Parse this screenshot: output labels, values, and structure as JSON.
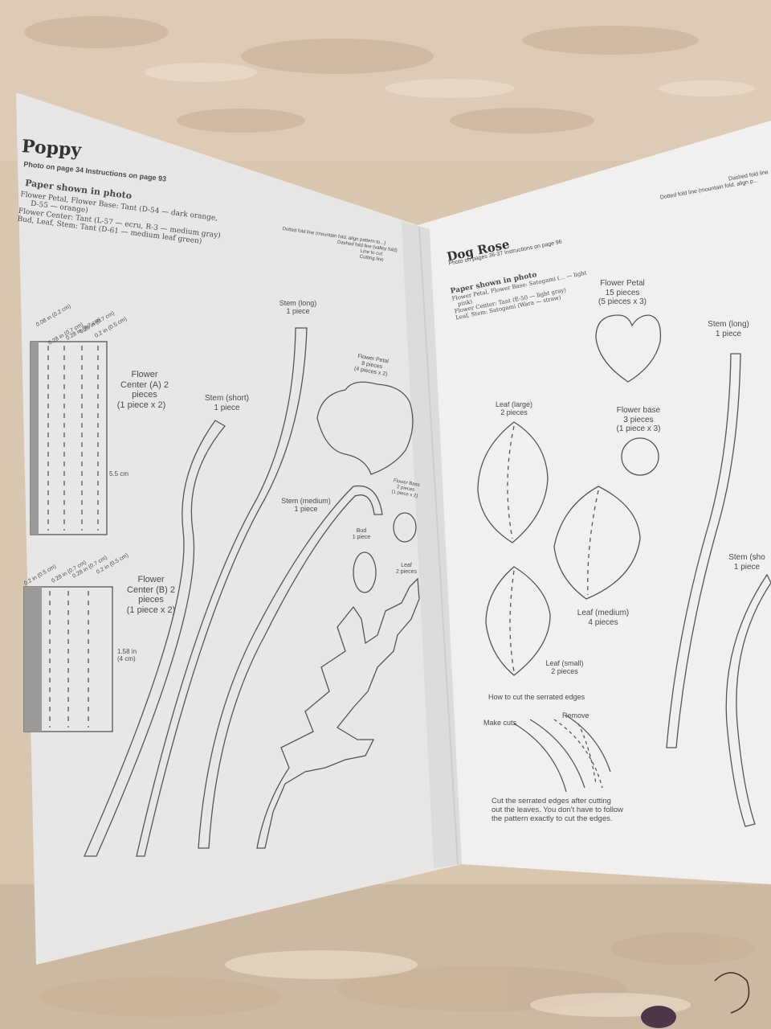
{
  "left_page": {
    "title": "Poppy",
    "subtitle": "Photo on page 34   Instructions on page 93",
    "paper_heading": "Paper shown in photo",
    "paper_lines": [
      "Flower Petal, Flower Base: Tant (D-54 — dark orange,",
      "D-55 — orange)",
      "Flower Center: Tant (L-57 — ecru, R-3 — medium gray)",
      "Bud, Leaf, Stem: Tant (D-61 — medium leaf green)"
    ],
    "legend": [
      "Dotted fold line (mountain fold, align pattern to...)",
      "Dashed fold line (valley fold)",
      "Line to cut",
      "Cutting line"
    ],
    "flower_center_a": {
      "label_lines": [
        "Flower",
        "Center (A) 2",
        "pieces",
        "(1 piece x 2)"
      ],
      "dims": [
        "0.08 in (0.2 cm)",
        "0.28 in (0.7 cm)",
        "0.28 in (0.7 cm)",
        "0.28 in (0.7 cm)",
        "0.2 in (0.5 cm)"
      ],
      "height": "5.5 cm"
    },
    "flower_center_b": {
      "label_lines": [
        "Flower",
        "Center (B) 2",
        "pieces",
        "(1 piece x 2)"
      ],
      "dims": [
        "0.2 in (0.5 cm)",
        "0.28 in (0.7 cm)",
        "0.28 in (0.7 cm)",
        "0.2 in (0.5 cm)"
      ],
      "height_lines": [
        "1.58 in",
        "(4 cm)"
      ]
    },
    "stem_long": [
      "Stem (long)",
      "1 piece"
    ],
    "stem_short": [
      "Stem (short)",
      "1 piece"
    ],
    "stem_medium": [
      "Stem (medium)",
      "1 piece"
    ],
    "flower_petal": [
      "Flower Petal",
      "8 pieces",
      "(4 pieces x 2)"
    ],
    "flower_base": [
      "Flower Base",
      "2 pieces",
      "(1 piece x 2)"
    ],
    "bud": [
      "Bud",
      "1 piece"
    ],
    "leaf": [
      "Leaf",
      "2 pieces"
    ]
  },
  "right_page": {
    "title": "Dog Rose",
    "subtitle": "Photo on pages 36-37   Instructions on page 96",
    "paper_heading": "Paper shown in photo",
    "paper_lines": [
      "Flower Petal, Flower Base: Satogami (... — light",
      "pink)",
      "Flower Center: Tant (E-50 — light gray)",
      "Leaf, Stem: Satogami (Wara — straw)"
    ],
    "legend": [
      "Dashed fold line",
      "Dotted fold line (mountain fold, align p..."
    ],
    "flower_petal": [
      "Flower Petal",
      "15 pieces",
      "(5 pieces x 3)"
    ],
    "stem_long": [
      "Stem (long)",
      "1 piece"
    ],
    "leaf_large": [
      "Leaf (large)",
      "2 pieces"
    ],
    "flower_base": [
      "Flower base",
      "3 pieces",
      "(1 piece x 3)"
    ],
    "leaf_medium": [
      "Leaf (medium)",
      "4 pieces"
    ],
    "leaf_small": [
      "Leaf (small)",
      "2 pieces"
    ],
    "stem_short": [
      "Stem (sho",
      "1 piece"
    ],
    "howto_title": "How to cut the serrated edges",
    "make_cuts": "Make cuts",
    "remove": "Remove",
    "note_lines": [
      "Cut the serrated edges after cutting",
      "out the leaves. You don't have to follow",
      "the pattern exactly to cut the edges."
    ]
  }
}
